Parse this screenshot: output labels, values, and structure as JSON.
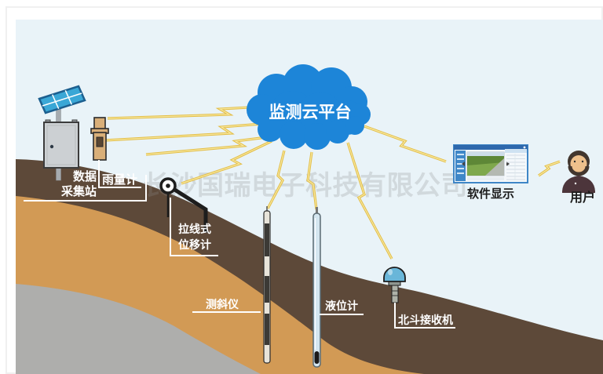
{
  "cloud": {
    "label": "监测云平台"
  },
  "watermark": {
    "text": "长沙国瑞电子科技有限公司"
  },
  "labels": {
    "station_line1": "数据",
    "station_line2": "采集站",
    "rain_gauge": "雨量计",
    "displacement_line1": "拉线式",
    "displacement_line2": "位移计",
    "inclinometer": "测斜仪",
    "level_gauge": "液位计",
    "beidou": "北斗接收机",
    "software": "软件显示",
    "user": "用户"
  },
  "colors": {
    "sky": "#e9f3f8",
    "cloud": "#1d85d8",
    "soil": "#5d4939",
    "sand": "#d29a55",
    "rock": "#aeaeac",
    "lightning": "#e3bd45",
    "label": "#ffffff",
    "ink": "#1c1c1c",
    "watermark": "#8e8e8e",
    "dome": "#69b6d9",
    "panel": "#3aa7d6",
    "gauge": "#d9af79"
  }
}
